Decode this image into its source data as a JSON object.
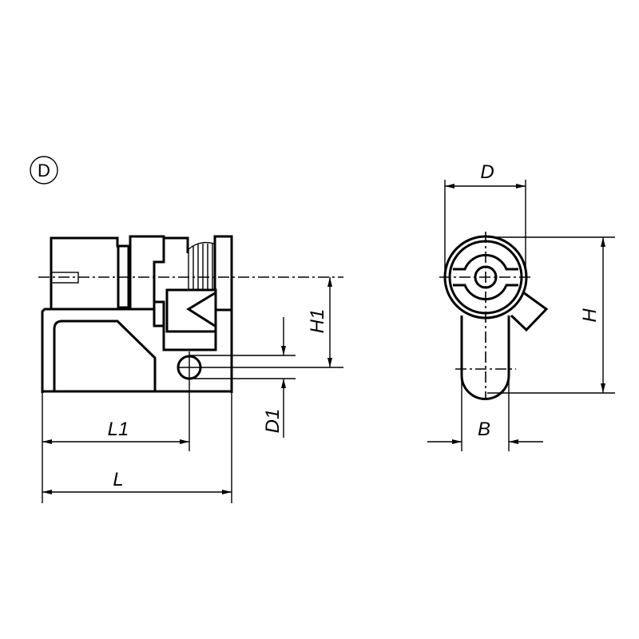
{
  "variant_label": "D",
  "dimensions": {
    "L": "L",
    "L1": "L1",
    "H": "H",
    "H1": "H1",
    "D": "D",
    "D1": "D1",
    "B": "B"
  }
}
